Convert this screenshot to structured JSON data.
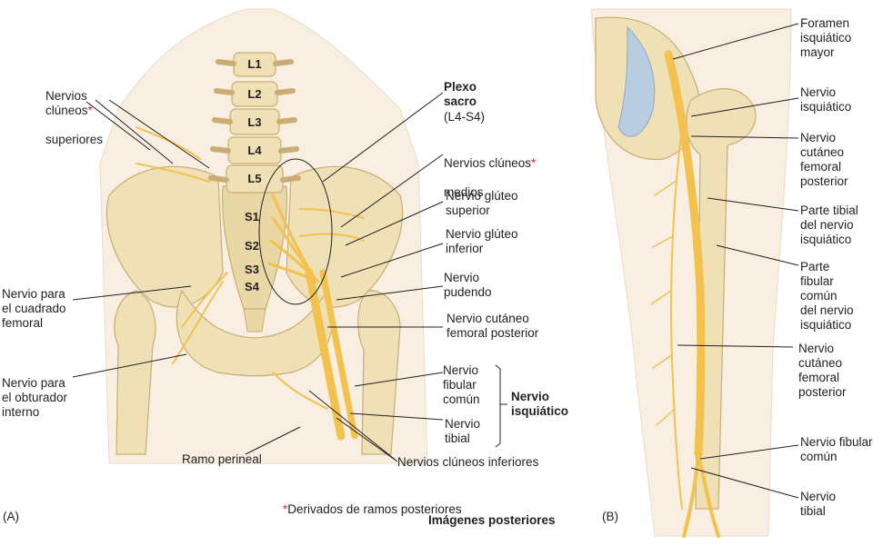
{
  "panel_a": {
    "tag": "(A)",
    "vertebrae": [
      "L1",
      "L2",
      "L3",
      "L4",
      "L5",
      "S1",
      "S2",
      "S3",
      "S4"
    ],
    "labels": {
      "clunios_superiores": "Nervios\nclúneos",
      "clunios_superiores_2": "superiores",
      "star": "*",
      "cuadrado_femoral": "Nervio para\nel cuadrado\nfemoral",
      "obturador_interno": "Nervio para\nel obturador\ninterno",
      "ramo_perineal": "Ramo perineal",
      "plexo_sacro": "Plexo\nsacro",
      "plexo_sacro_niveles": "(L4-S4)",
      "clunios_medios": "Nervios clúneos",
      "clunios_medios_2": "medios",
      "gluteo_superior": "Nervio glúteo\nsuperior",
      "gluteo_inferior": "Nervio glúteo\ninferior",
      "pudendo": "Nervio\npudendo",
      "cutaneo_femoral_posterior": "Nervio cutáneo\nfemoral posterior",
      "fibular_comun": "Nervio\nfibular\ncomún",
      "tibial": "Nervio\ntibial",
      "isquiatico": "Nervio\nisquiático",
      "clunios_inferiores": "Nervios clúneos inferiores",
      "nota": "Derivados de ramos posteriores",
      "imagenes": "Imágenes posteriores"
    }
  },
  "panel_b": {
    "tag": "(B)",
    "labels": {
      "foramen": "Foramen\nisquiático\nmayor",
      "isquiatico": "Nervio\nisquiático",
      "cutaneo_femoral_posterior": "Nervio\ncutáneo\nfemoral\nposterior",
      "parte_tibial": "Parte tibial\ndel nervio\nisquiático",
      "parte_fibular": "Parte\nfibular\ncomún\ndel nervio\nisquiático",
      "cutaneo_femoral_posterior_2": "Nervio\ncutáneo\nfemoral\nposterior",
      "fibular_comun": "Nervio fibular\ncomún",
      "tibial": "Nervio\ntibial"
    }
  },
  "colors": {
    "bone": "#efe0b6",
    "bone_edge": "#c9ad72",
    "nerve": "#f2c14e",
    "nerve_edge": "#b98a22",
    "skin": "#f8efe2",
    "ligament": "#b9cde0",
    "star": "#d7282f",
    "leader": "#231f20"
  }
}
